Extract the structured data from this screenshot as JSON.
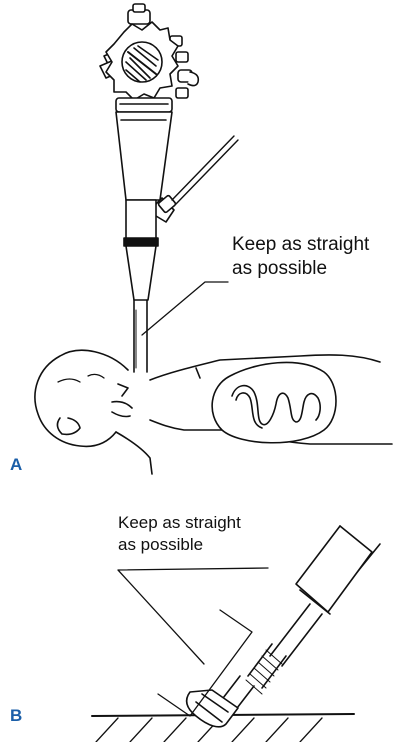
{
  "panel_a": {
    "letter": "A",
    "callout_line1": "Keep as straight",
    "callout_line2": "as possible"
  },
  "panel_b": {
    "letter": "B",
    "callout_line1": "Keep as straight",
    "callout_line2": "as possible"
  },
  "colors": {
    "letter": "#1a5ea8",
    "ink": "#111111"
  }
}
